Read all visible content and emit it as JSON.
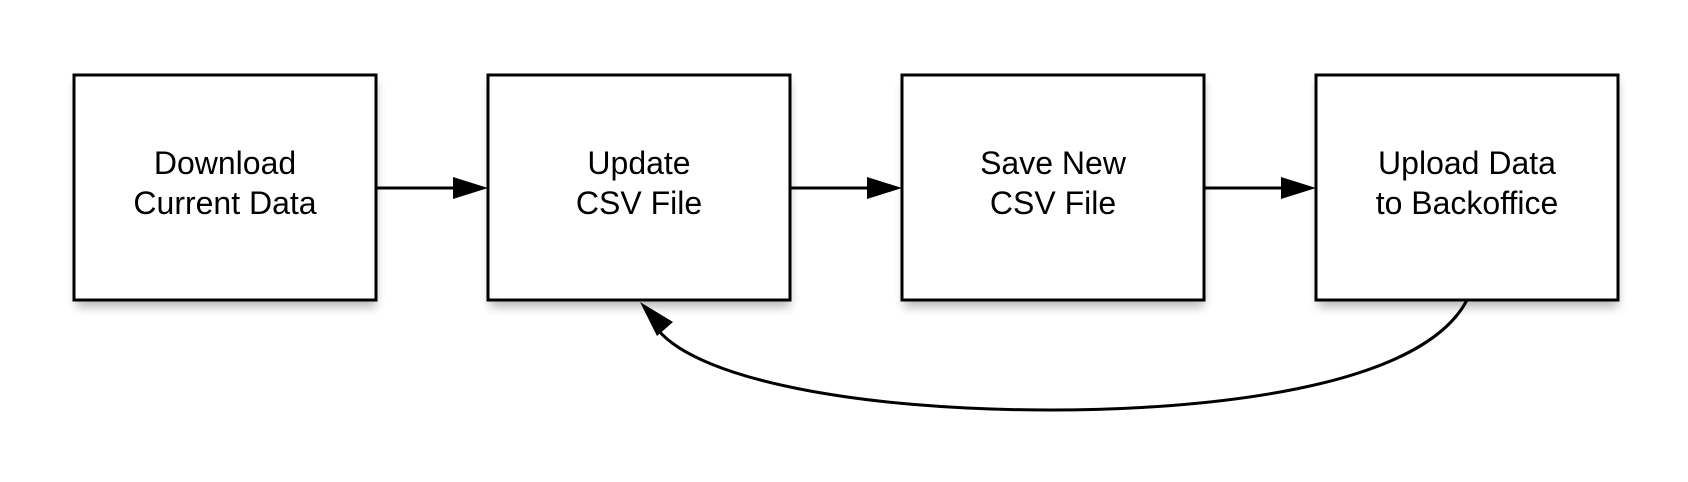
{
  "diagram": {
    "nodes": [
      {
        "id": "download",
        "line1": "Download",
        "line2": "Current Data"
      },
      {
        "id": "update",
        "line1": "Update",
        "line2": "CSV File"
      },
      {
        "id": "save",
        "line1": "Save New",
        "line2": "CSV File"
      },
      {
        "id": "upload",
        "line1": "Upload Data",
        "line2": "to Backoffice"
      }
    ],
    "edges": [
      {
        "from": "download",
        "to": "update"
      },
      {
        "from": "update",
        "to": "save"
      },
      {
        "from": "save",
        "to": "upload"
      },
      {
        "from": "upload",
        "to": "update",
        "style": "curved-loop"
      }
    ],
    "colors": {
      "stroke": "#000000",
      "fill": "#ffffff",
      "background": "#ffffff"
    }
  }
}
